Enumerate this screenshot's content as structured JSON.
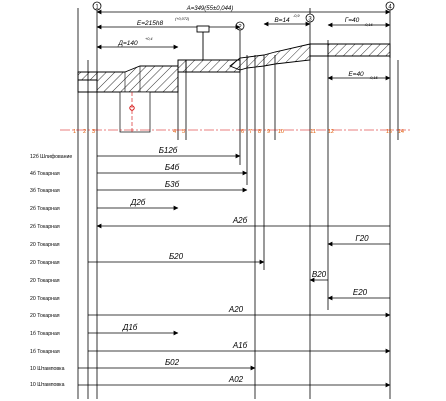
{
  "colors": {
    "ink": "#000000",
    "center_line": "#d10000",
    "index_labels": "#e05a00",
    "background": "#ffffff"
  },
  "top_dimensions": {
    "A": "A=349(55±0,044)",
    "E": "E=215h8",
    "E_tol": "(+0,072)",
    "D": "Д=140",
    "D_tol": "+0,4",
    "V": "B=14",
    "V_tol": "-0,9",
    "G": "Г=40",
    "G_tol": "-0,16",
    "E40": "E=40",
    "E40_tol": "-0,15"
  },
  "balloons": [
    "1",
    "2",
    "3",
    "4"
  ],
  "surface_indices": [
    "1",
    "2",
    "3",
    "4",
    "5",
    "6",
    "7",
    "8",
    "9",
    "10",
    "11",
    "12",
    "13",
    "14"
  ],
  "operations": [
    {
      "name": "12б Шлифование",
      "dim": "Б12б"
    },
    {
      "name": "4б Токарная",
      "dim": "Б4б"
    },
    {
      "name": "3б Токарная",
      "dim": "Б3б"
    },
    {
      "name": "2б Токарная",
      "dim": "Д2б"
    },
    {
      "name": "2б Токарная",
      "dim": "А2б"
    },
    {
      "name": "20 Токарная",
      "dim": "Г20"
    },
    {
      "name": "20 Токарная",
      "dim": "Б20"
    },
    {
      "name": "20 Токарная",
      "dim": "В20"
    },
    {
      "name": "20 Токарная",
      "dim": "Е20"
    },
    {
      "name": "20 Токарная",
      "dim": "А20"
    },
    {
      "name": "1б Токарная",
      "dim": "Д1б"
    },
    {
      "name": "1б Токарная",
      "dim": "А1б"
    },
    {
      "name": "10 Штамповка",
      "dim": "Б02"
    },
    {
      "name": "10 Штамповка",
      "dim": "А02"
    }
  ]
}
